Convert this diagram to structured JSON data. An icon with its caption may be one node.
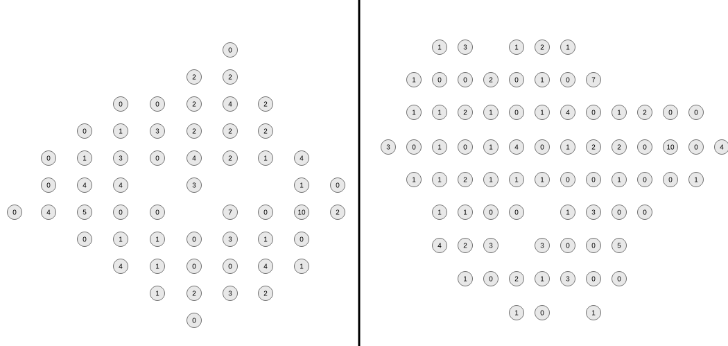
{
  "diagram": {
    "nodes": [
      {
        "text": [
          "0"
        ]
      },
      {
        "text": [
          "2"
        ]
      },
      {
        "text": [
          "2"
        ]
      },
      {
        "text": [
          "0"
        ]
      },
      {
        "text": [
          "0"
        ]
      },
      {
        "text": [
          "2"
        ]
      },
      {
        "text": [
          "4"
        ]
      },
      {
        "text": [
          "2"
        ]
      },
      {
        "text": [
          "0"
        ]
      },
      {
        "text": [
          "1"
        ]
      },
      {
        "text": [
          "3"
        ]
      },
      {
        "text": [
          "2"
        ]
      },
      {
        "text": [
          "2"
        ]
      },
      {
        "text": [
          "2"
        ]
      },
      {
        "text": [
          "0"
        ]
      },
      {
        "text": [
          "1"
        ]
      },
      {
        "text": [
          "3"
        ]
      },
      {
        "text": [
          "0"
        ]
      },
      {
        "text": [
          "4"
        ]
      },
      {
        "text": [
          "2"
        ]
      },
      {
        "text": [
          "1"
        ]
      },
      {
        "text": [
          "4"
        ]
      },
      {
        "text": [
          "0"
        ]
      },
      {
        "text": [
          "4"
        ]
      },
      {
        "text": [
          "4"
        ]
      },
      {
        "text": [
          "3"
        ]
      },
      {
        "text": [
          "1"
        ]
      },
      {
        "text": [
          "0"
        ]
      },
      {
        "text": [
          "0"
        ]
      },
      {
        "text": [
          "4"
        ]
      },
      {
        "text": [
          "5"
        ]
      },
      {
        "text": [
          "0"
        ]
      },
      {
        "text": [
          "0"
        ]
      },
      {
        "text": [
          "7"
        ]
      },
      {
        "text": [
          "0"
        ]
      },
      {
        "text": [
          "10"
        ]
      },
      {
        "text": [
          "2"
        ]
      },
      {
        "text": [
          "0"
        ]
      },
      {
        "text": [
          "1"
        ]
      },
      {
        "text": [
          "1"
        ]
      },
      {
        "text": [
          "0"
        ]
      },
      {
        "text": [
          "3"
        ]
      },
      {
        "text": [
          "1"
        ]
      },
      {
        "text": [
          "0"
        ]
      },
      {
        "text": [
          "4"
        ]
      },
      {
        "text": [
          "1"
        ]
      },
      {
        "text": [
          "0"
        ]
      },
      {
        "text": [
          "0"
        ]
      },
      {
        "text": [
          "4"
        ]
      },
      {
        "text": [
          "1"
        ]
      },
      {
        "text": [
          "1"
        ]
      },
      {
        "text": [
          "2"
        ]
      },
      {
        "text": [
          "3"
        ]
      },
      {
        "text": [
          "2"
        ]
      },
      {
        "text": [
          "0"
        ]
      },
      {
        "text": [
          "1"
        ]
      },
      {
        "text": [
          "3"
        ]
      },
      {
        "text": [
          "1"
        ]
      },
      {
        "text": [
          "2"
        ]
      },
      {
        "text": [
          "1"
        ]
      },
      {
        "text": [
          "1"
        ]
      },
      {
        "text": [
          "0"
        ]
      },
      {
        "text": [
          "0"
        ]
      },
      {
        "text": [
          "2"
        ]
      },
      {
        "text": [
          "0"
        ]
      },
      {
        "text": [
          "1"
        ]
      },
      {
        "text": [
          "0"
        ]
      },
      {
        "text": [
          "7"
        ]
      },
      {
        "text": [
          "1"
        ]
      },
      {
        "text": [
          "1"
        ]
      },
      {
        "text": [
          "2"
        ]
      },
      {
        "text": [
          "1"
        ]
      },
      {
        "text": [
          "0"
        ]
      },
      {
        "text": [
          "1"
        ]
      },
      {
        "text": [
          "4"
        ]
      },
      {
        "text": [
          "0"
        ]
      },
      {
        "text": [
          "1"
        ]
      },
      {
        "text": [
          "2"
        ]
      },
      {
        "text": [
          "0"
        ]
      },
      {
        "text": [
          "0"
        ]
      },
      {
        "text": [
          "3"
        ]
      },
      {
        "text": [
          "0"
        ]
      },
      {
        "text": [
          "1"
        ]
      },
      {
        "text": [
          "0"
        ]
      },
      {
        "text": [
          "1"
        ]
      },
      {
        "text": [
          "4"
        ]
      },
      {
        "text": [
          "0"
        ]
      },
      {
        "text": [
          "1"
        ]
      },
      {
        "text": [
          "2"
        ]
      },
      {
        "text": [
          "2"
        ]
      },
      {
        "text": [
          "0"
        ]
      },
      {
        "text": [
          "10"
        ]
      },
      {
        "text": [
          "0"
        ]
      },
      {
        "text": [
          "4"
        ]
      },
      {
        "text": [
          "1"
        ]
      },
      {
        "text": [
          "1"
        ]
      },
      {
        "text": [
          "2"
        ]
      },
      {
        "text": [
          "1"
        ]
      },
      {
        "text": [
          "1"
        ]
      },
      {
        "text": [
          "1"
        ]
      },
      {
        "text": [
          "0"
        ]
      },
      {
        "text": [
          "0"
        ]
      },
      {
        "text": [
          "1"
        ]
      },
      {
        "text": [
          "0"
        ]
      },
      {
        "text": [
          "0"
        ]
      },
      {
        "text": [
          "1"
        ]
      },
      {
        "text": [
          "1"
        ]
      },
      {
        "text": [
          "1"
        ]
      },
      {
        "text": [
          "0"
        ]
      },
      {
        "text": [
          "0"
        ]
      },
      {
        "text": [
          "1"
        ]
      },
      {
        "text": [
          "3"
        ]
      },
      {
        "text": [
          "0"
        ]
      },
      {
        "text": [
          "0"
        ]
      },
      {
        "text": [
          "4"
        ]
      },
      {
        "text": [
          "2"
        ]
      },
      {
        "text": [
          "3"
        ]
      },
      {
        "text": [
          "3"
        ]
      },
      {
        "text": [
          "0"
        ]
      },
      {
        "text": [
          "0"
        ]
      },
      {
        "text": [
          "5"
        ]
      },
      {
        "text": [
          "1"
        ]
      },
      {
        "text": [
          "0"
        ]
      },
      {
        "text": [
          "2"
        ]
      },
      {
        "text": [
          "1"
        ]
      },
      {
        "text": [
          "3"
        ]
      },
      {
        "text": [
          "0"
        ]
      },
      {
        "text": [
          "0"
        ]
      },
      {
        "text": [
          "1"
        ]
      },
      {
        "text": [
          "0"
        ]
      },
      {
        "text": [
          "1"
        ]
      }
    ]
  }
}
